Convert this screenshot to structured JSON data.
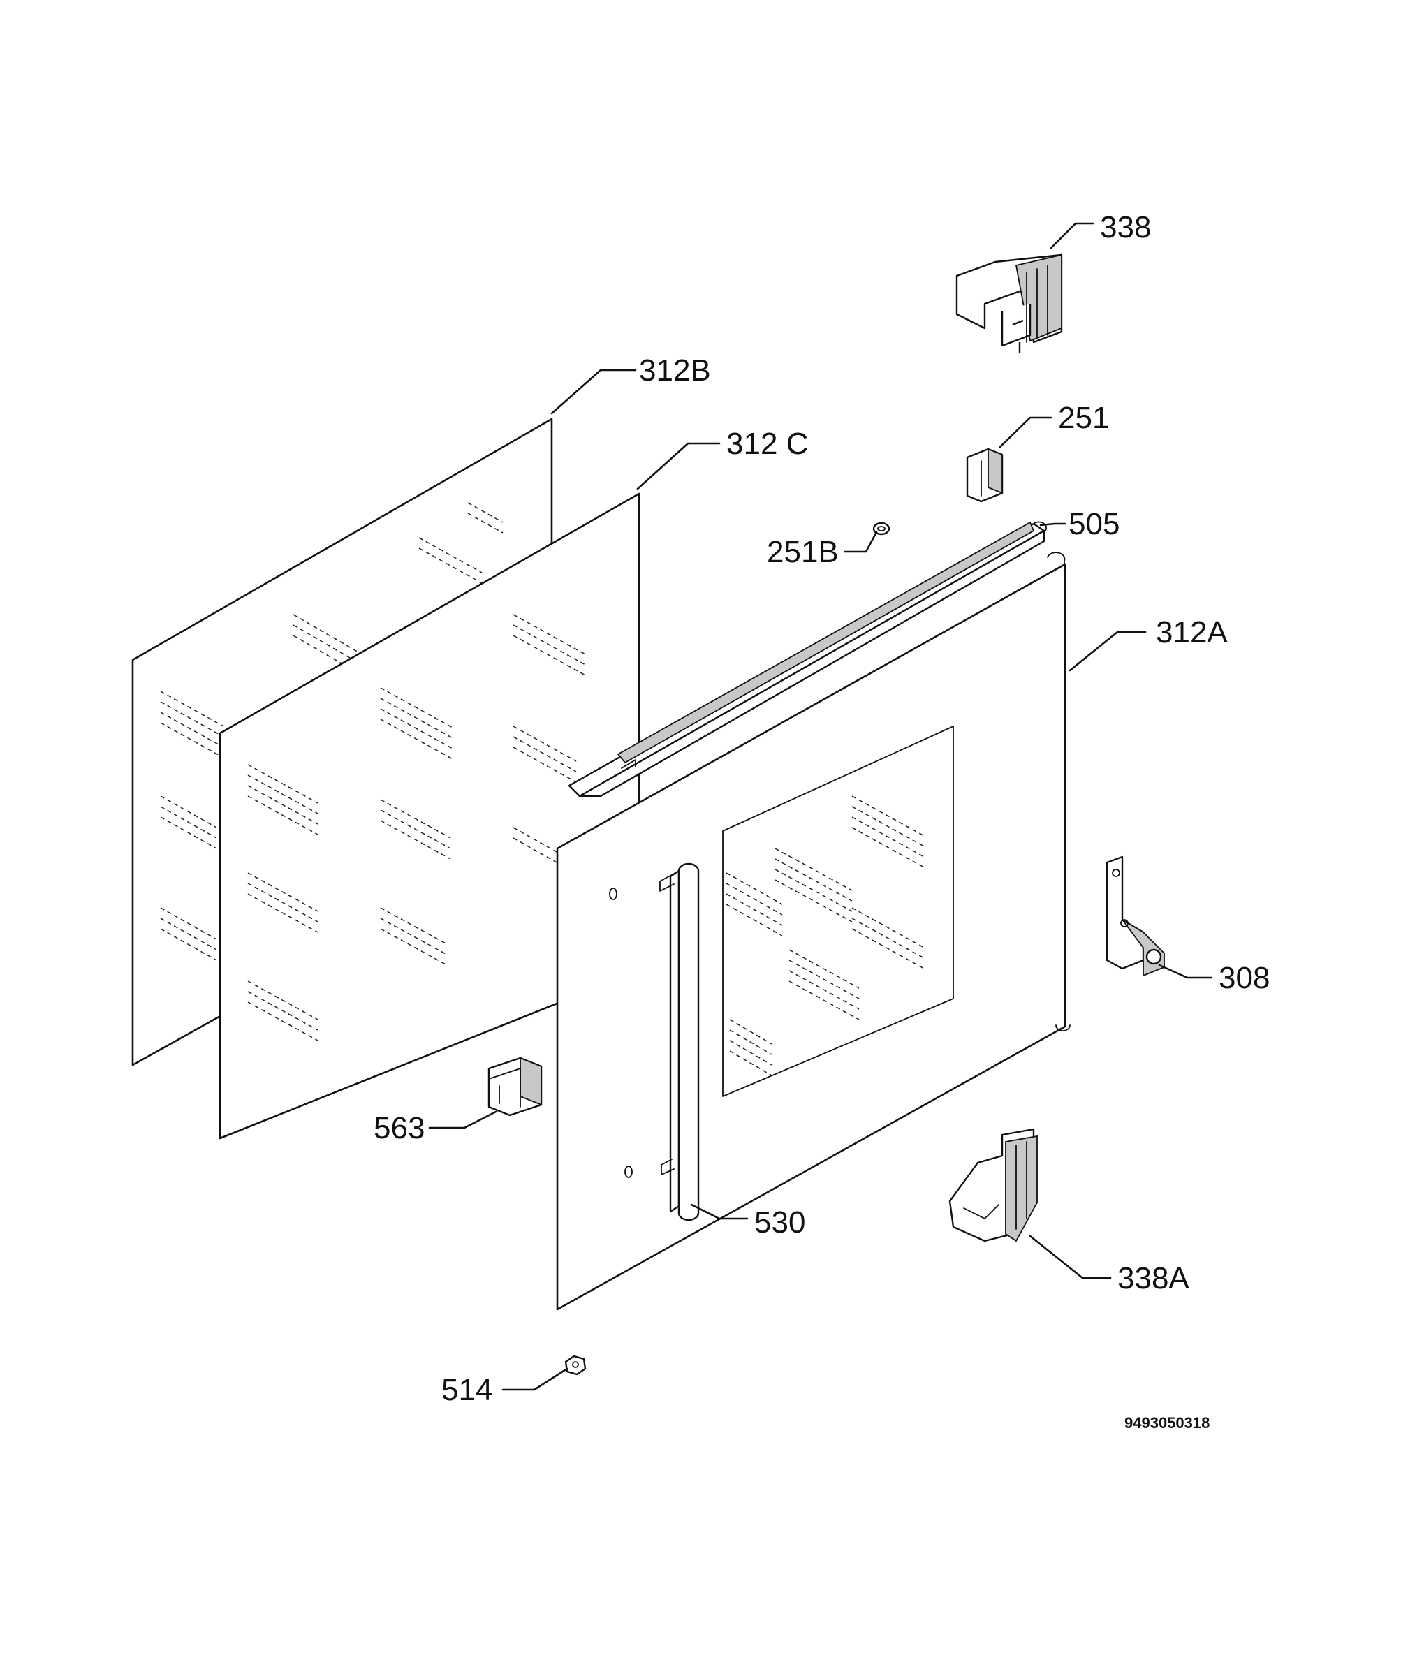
{
  "diagram": {
    "document_number": "9493050318",
    "labels": {
      "p338": "338",
      "p312B": "312B",
      "p312C": "312 C",
      "p251": "251",
      "p251B": "251B",
      "p505": "505",
      "p312A": "312A",
      "p308": "308",
      "p563": "563",
      "p530": "530",
      "p338A": "338A",
      "p514": "514"
    }
  }
}
